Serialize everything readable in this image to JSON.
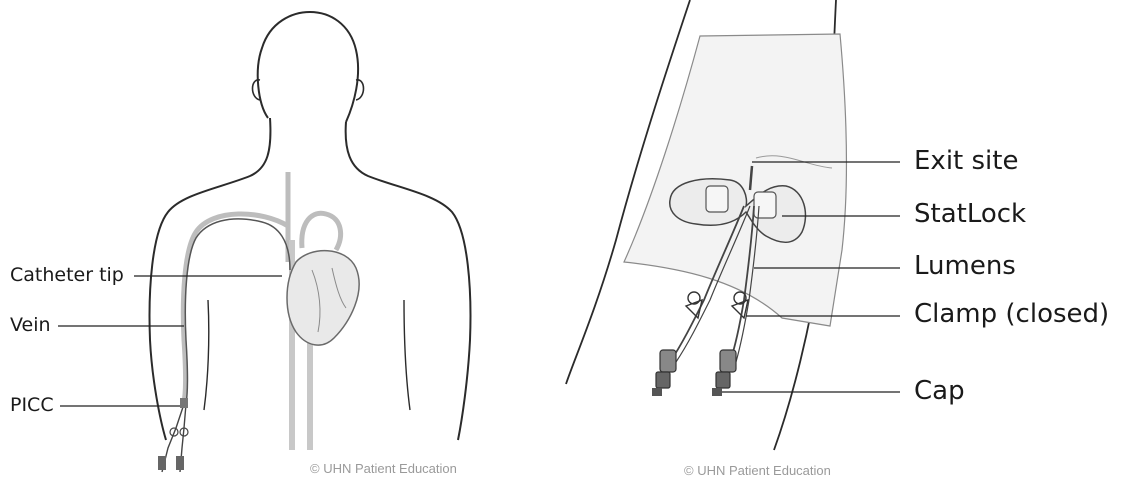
{
  "left_diagram": {
    "labels": {
      "catheter_tip": "Catheter tip",
      "vein": "Vein",
      "picc": "PICC"
    },
    "credit": "© UHN Patient Education"
  },
  "right_diagram": {
    "labels": {
      "exit_site": "Exit site",
      "statlock": "StatLock",
      "lumens": "Lumens",
      "clamp": "Clamp (closed)",
      "cap": "Cap"
    },
    "credit": "© UHN Patient Education"
  },
  "colors": {
    "outline": "#2b2b2b",
    "vessel": "#bdbdbd",
    "heart_fill": "#e9e9e9",
    "dressing_fill": "#f3f3f3",
    "leader": "#222222",
    "credit": "#9a9a9a"
  }
}
